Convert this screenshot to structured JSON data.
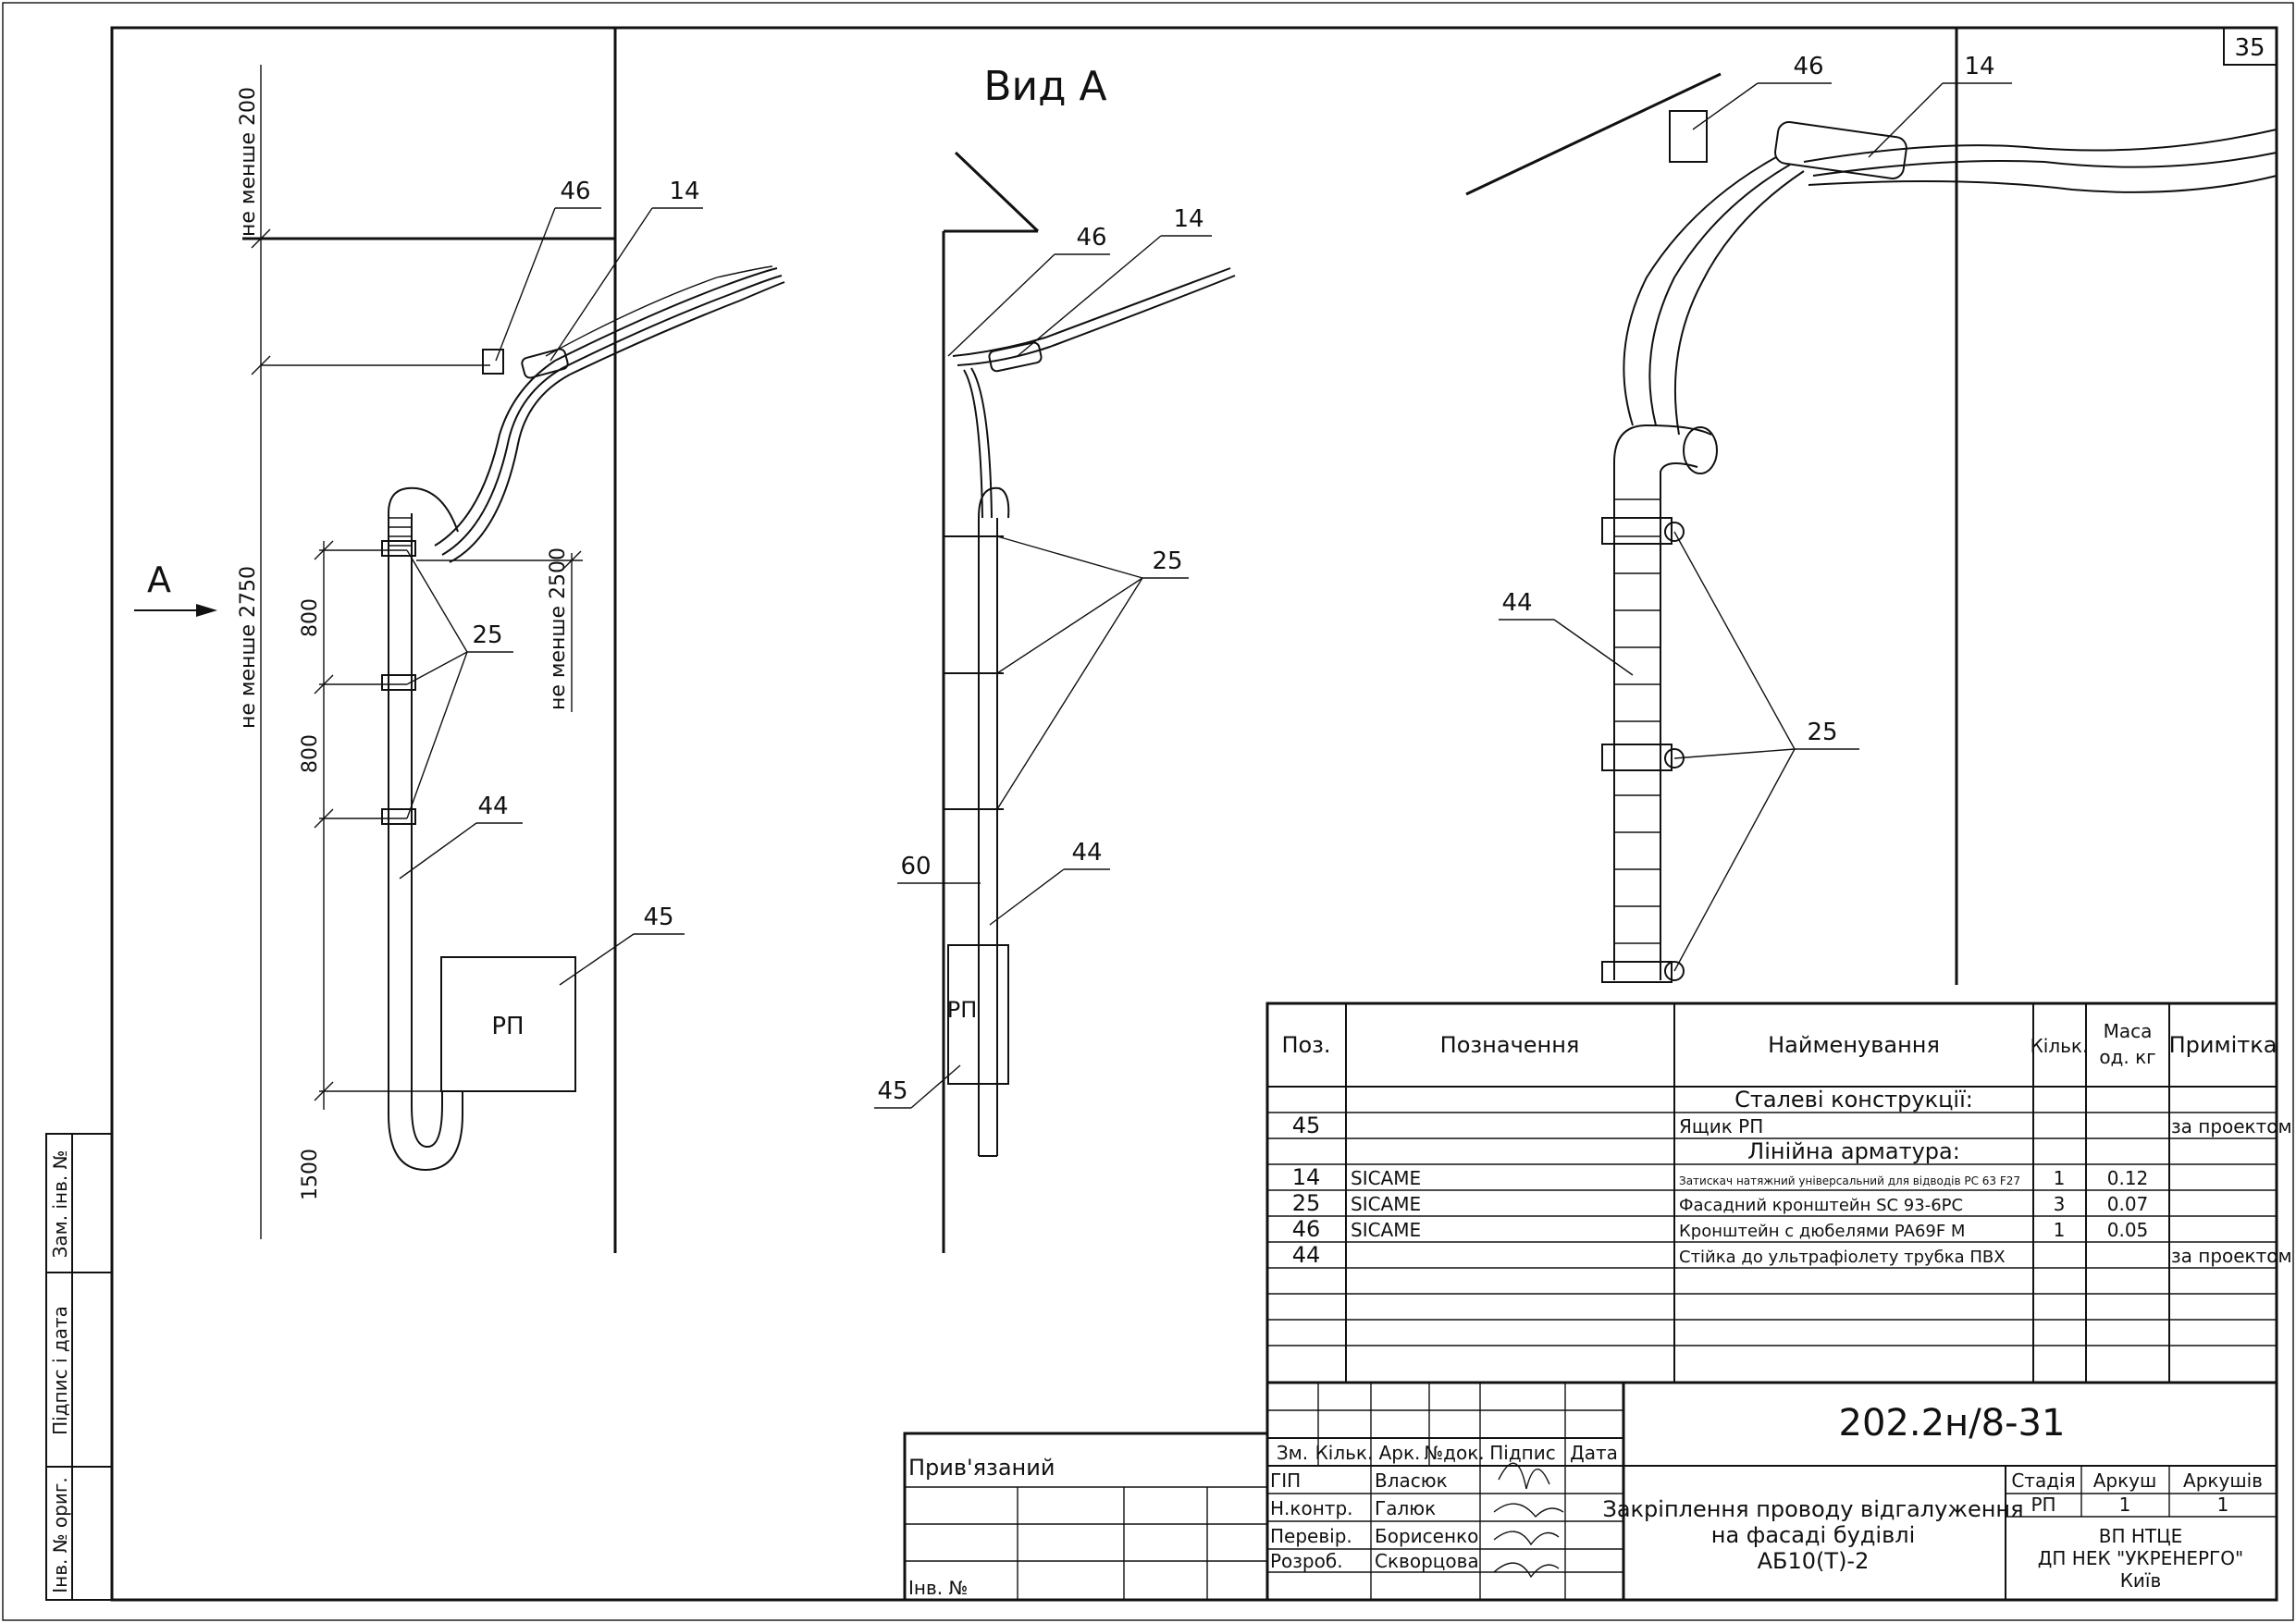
{
  "sheet_number": "35",
  "view_title": "Вид А",
  "view_arrow_letter": "А",
  "labels": {
    "pos46": "46",
    "pos14": "14",
    "pos25": "25",
    "pos44": "44",
    "pos45": "45",
    "box_rp": "РП"
  },
  "dimensions": {
    "min_200": "не менше 200",
    "min_2750": "не менше 2750",
    "min_2500": "не менше 2500",
    "d800a": "800",
    "d800b": "800",
    "d1500": "1500",
    "d60": "60"
  },
  "side_stamp": {
    "zam_inv": "Зам. інв. №",
    "pidpys_data": "Підпис і дата",
    "inv_orig": "Інв. № ориг."
  },
  "spec_table": {
    "headers": {
      "pos": "Поз.",
      "designation": "Позначення",
      "name": "Найменування",
      "qty": "Кільк.",
      "mass_line1": "Маса",
      "mass_line2": "од. кг",
      "note": "Примітка"
    },
    "rows": [
      {
        "pos": "",
        "designation": "",
        "name": "Сталеві конструкції:",
        "qty": "",
        "mass": "",
        "note": "",
        "section": true
      },
      {
        "pos": "45",
        "designation": "",
        "name": "Ящик РП",
        "qty": "",
        "mass": "",
        "note": "за проектом",
        "section": false
      },
      {
        "pos": "",
        "designation": "",
        "name": "Лінійна арматура:",
        "qty": "",
        "mass": "",
        "note": "",
        "section": true
      },
      {
        "pos": "14",
        "designation": "SICAME",
        "name": "Затискач натяжний універсальний для відводів PC 63 F27",
        "qty": "1",
        "mass": "0.12",
        "note": "",
        "section": false
      },
      {
        "pos": "25",
        "designation": "SICAME",
        "name": "Фасадний кронштейн SC 93-6PC",
        "qty": "3",
        "mass": "0.07",
        "note": "",
        "section": false
      },
      {
        "pos": "46",
        "designation": "SICAME",
        "name": "Кронштейн с дюбелями PA69F M",
        "qty": "1",
        "mass": "0.05",
        "note": "",
        "section": false
      },
      {
        "pos": "44",
        "designation": "",
        "name": "Стійка до ультрафіолету трубка ПВХ",
        "qty": "",
        "mass": "",
        "note": "за проектом",
        "section": false
      },
      {
        "pos": "",
        "designation": "",
        "name": "",
        "qty": "",
        "mass": "",
        "note": "",
        "section": false
      },
      {
        "pos": "",
        "designation": "",
        "name": "",
        "qty": "",
        "mass": "",
        "note": "",
        "section": false
      }
    ]
  },
  "title_block": {
    "attached": "Прив'язаний",
    "inv_no": "Інв. №",
    "doc_code": "202.2н/8-31",
    "headers": [
      "Зм.",
      "Кільк.",
      "Арк.",
      "№док.",
      "Підпис",
      "Дата"
    ],
    "staff": [
      {
        "role": "ГІП",
        "name": "Власюк"
      },
      {
        "role": "Н.контр.",
        "name": "Галюк"
      },
      {
        "role": "Перевір.",
        "name": "Борисенко"
      },
      {
        "role": "Розроб.",
        "name": "Скворцова"
      }
    ],
    "drawing_title_line1": "Закріплення проводу відгалуження",
    "drawing_title_line2": "на фасаді будівлі",
    "drawing_title_line3": "АБ10(Т)-2",
    "stage_label": "Стадія",
    "sheet_label": "Аркуш",
    "sheets_label": "Аркушів",
    "stage": "РП",
    "sheet": "1",
    "sheets": "1",
    "org_line1": "ВП НТЦЕ",
    "org_line2": "ДП НЕК \"УКРЕНЕРГО\"",
    "org_line3": "Київ"
  }
}
